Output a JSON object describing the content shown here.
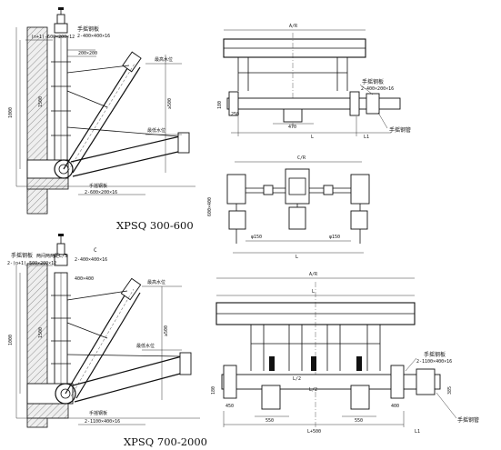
{
  "panel_300_600": {
    "title": "XPSQ 300-600",
    "side_view": {
      "label_plate_top": "手摇钢板",
      "label_plate_top_spec": "2-400×400×16",
      "label_rod_spec": "(n+1)-600×200×12",
      "label_bracket": "200×200",
      "label_water_level_high": "最高水位",
      "label_water_level_low": "最低水位",
      "label_plate_bottom": "手摇钢板",
      "label_plate_bottom_spec": "2-600×200×16",
      "dim_vertical_1": "1000",
      "dim_vertical_2": "≥500",
      "dim_vertical_3": "1500"
    },
    "front_view": {
      "dim_top": "A/R",
      "label_plate": "手摇钢板",
      "label_plate_spec": "2-400×200×16",
      "label_outlet": "手摇钢管",
      "dim_left": "250",
      "dim_center": "470",
      "dim_side": "180",
      "dim_l": "L",
      "dim_l1": "L1"
    },
    "plan_view": {
      "dim_top": "C/R",
      "label_side": "600×400",
      "dim_left": "φ150",
      "dim_right": "φ150",
      "dim_l": "L"
    }
  },
  "panel_700_2000": {
    "title": "XPSQ 700-2000",
    "side_view": {
      "label_plate_top": "手摇钢板",
      "label_plate_top_spec": "两间两两距L/3",
      "label_rod_spec": "2-(n+1)-500×200×12",
      "label_bracket": "2-400×400×16",
      "label_bracket_2": "400×400",
      "label_c": "C",
      "label_water_level_high": "最高水位",
      "label_water_level_low": "最低水位",
      "label_plate_bottom": "手摇钢板",
      "label_plate_bottom_spec": "2-1100×400×16",
      "dim_vertical_1": "1000",
      "dim_vertical_2": "≥500",
      "dim_vertical_3": "1500"
    },
    "front_view": {
      "dim_top": "A/R",
      "dim_l": "L",
      "label_plate": "手摇钢板",
      "label_plate_spec": "2-1100×400×16",
      "label_outlet": "手摇钢管",
      "dim_left": "450",
      "dim_center_left": "550",
      "dim_center_right": "550",
      "dim_right": "400",
      "dim_mid": "L/2",
      "dim_half": "L/2",
      "dim_bottom": "L+500",
      "dim_l1": "L1",
      "dim_side": "180",
      "dim_side_right": "385"
    }
  },
  "colors": {
    "ink": "#111111",
    "wall_hatch": "#e4e4e4",
    "paper": "#ffffff"
  }
}
